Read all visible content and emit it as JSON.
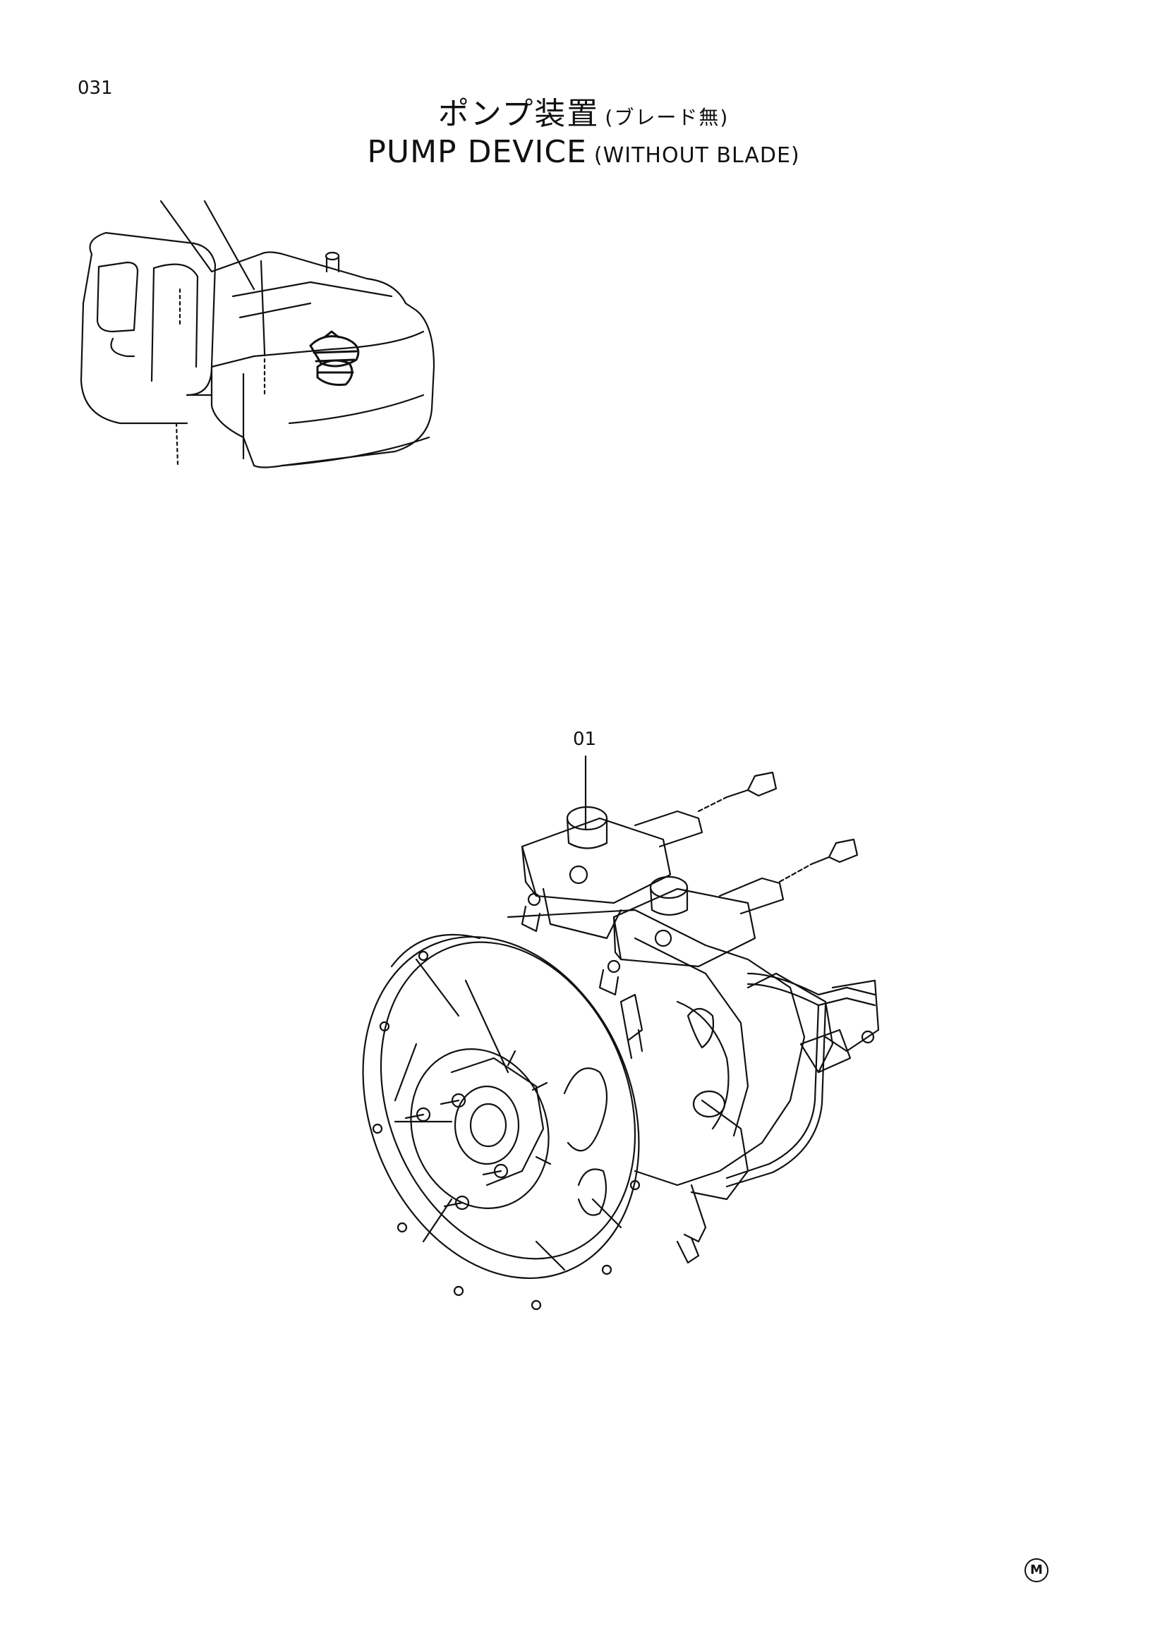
{
  "page": {
    "number": "031"
  },
  "title": {
    "jp_main": "ポンプ装置",
    "jp_sub": "(ブレード無)",
    "en_main": "PUMP DEVICE",
    "en_sub": "(WITHOUT BLADE)"
  },
  "callouts": [
    {
      "label": "01"
    }
  ],
  "mark": {
    "symbol": "M"
  }
}
